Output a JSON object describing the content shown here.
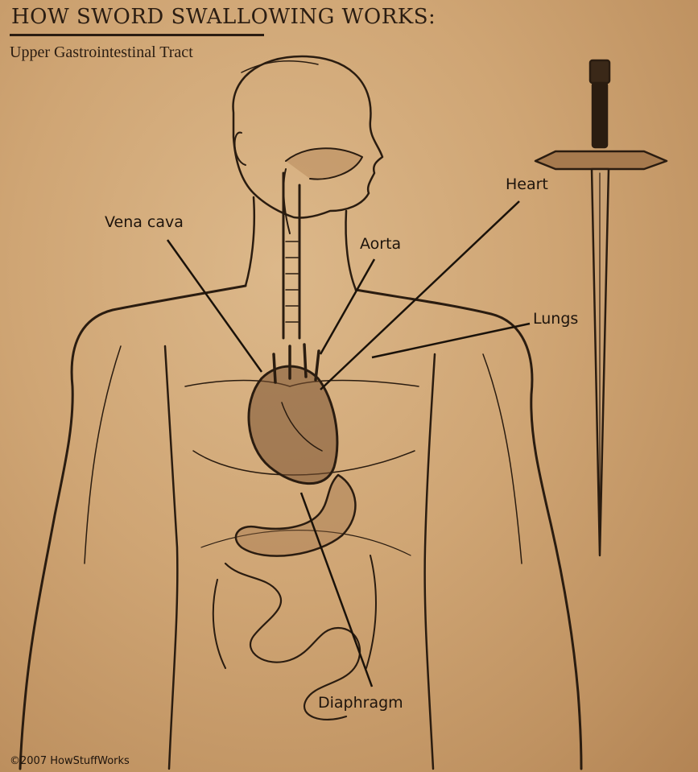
{
  "header": {
    "title": "HOW SWORD SWALLOWING WORKS:",
    "subtitle": "Upper Gastrointestinal Tract"
  },
  "labels": {
    "vena_cava": "Vena cava",
    "aorta": "Aorta",
    "heart": "Heart",
    "lungs": "Lungs",
    "diaphragm": "Diaphragm"
  },
  "footer": {
    "copyright": "©2007 HowStuffWorks"
  },
  "colors": {
    "parchment": "#cfa574",
    "ink": "#1e140c"
  }
}
